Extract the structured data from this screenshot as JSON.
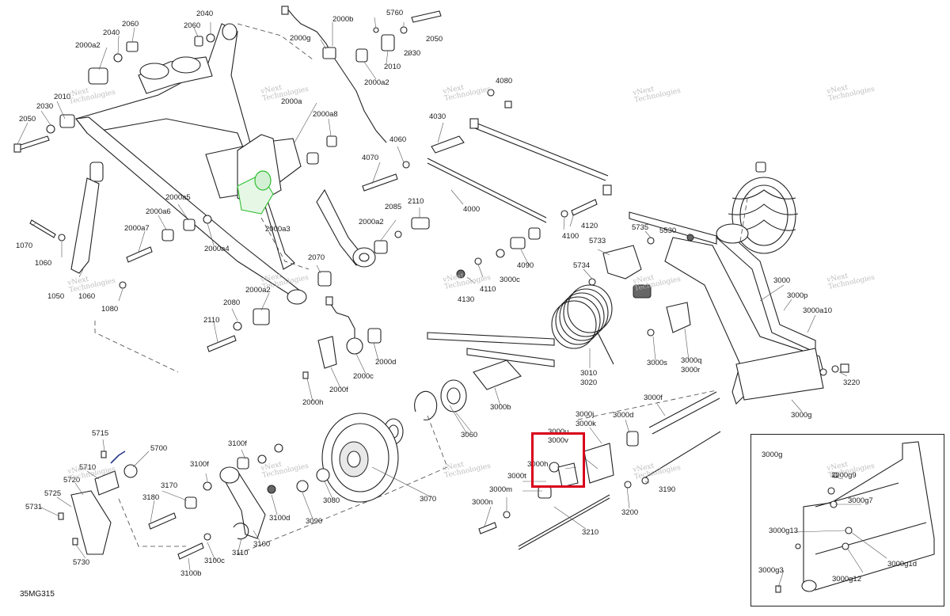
{
  "diagram": {
    "code": "35MG315",
    "watermark": {
      "line1": "vNext",
      "line2": "Technologies"
    },
    "inset_title": "3000g",
    "highlight_color": "#d9001b",
    "accent_color": "#2fbf2f",
    "labels": {
      "l2040a": "2040",
      "l2060a": "2060",
      "l2060b": "2060",
      "l2040b": "2040",
      "l2000a2a": "2000a2",
      "l2030a": "2030",
      "l2010a": "2010",
      "l2050a": "2050",
      "l2000b": "2000b",
      "l2000g": "2000g",
      "l5760": "5760",
      "l2050b": "2050",
      "l2010b": "2010",
      "l2030b": "2030",
      "l2000a2b": "2000a2",
      "l2000a": "2000a",
      "l2000a8": "2000a8",
      "l4080": "4080",
      "l4030": "4030",
      "l4060": "4060",
      "l4070": "4070",
      "l2000a5": "2000a5",
      "l2000a6": "2000a6",
      "l2000a7": "2000a7",
      "l2000a3": "2000a3",
      "l2000a4": "2000a4",
      "l1070": "1070",
      "l1060a": "1060",
      "l1050": "1050",
      "l1060b": "1060",
      "l1080": "1080",
      "l4000": "4000",
      "l2085": "2085",
      "l2110a": "2110",
      "l2000a2c": "2000a2",
      "l4120": "4120",
      "l4100": "4100",
      "l5735": "5735",
      "l5530": "5530",
      "l5733": "5733",
      "l4090": "4090",
      "l5734": "5734",
      "l3000c": "3000c",
      "l4110": "4110",
      "l4130": "4130",
      "l2070": "2070",
      "l2000a2d": "2000a2",
      "l2080": "2080",
      "l2110b": "2110",
      "l3000": "3000",
      "l3000p": "3000p",
      "l3000a10": "3000a10",
      "l3000q": "3000q",
      "l3000r": "3000r",
      "l3000s": "3000s",
      "l3010": "3010",
      "l3020": "3020",
      "l2000d": "2000d",
      "l2000c": "2000c",
      "l2000f": "2000f",
      "l2000h": "2000h",
      "l3220": "3220",
      "l3000g": "3000g",
      "l3000b": "3000b",
      "l3000f": "3000f",
      "l3000j": "3000j",
      "l3000k": "3000k",
      "l3000d": "3000d",
      "l3000u": "3000u",
      "l3000v": "3000v",
      "l3000h": "3000h",
      "l3000t": "3000t",
      "l3000m": "3000m",
      "l3000n": "3000n",
      "l3060": "3060",
      "l3070": "3070",
      "l3080": "3080",
      "l3090": "3090",
      "l3100d": "3100d",
      "l3100": "3100",
      "l3100f": "3100f",
      "l3100fb": "3100f",
      "l3170": "3170",
      "l3180": "3180",
      "l3110": "3110",
      "l3100c": "3100c",
      "l3100b": "3100b",
      "l5715": "5715",
      "l5700": "5700",
      "l5710": "5710",
      "l5720": "5720",
      "l5725": "5725",
      "l5731": "5731",
      "l5730": "5730",
      "l3190": "3190",
      "l3200": "3200",
      "l3210": "3210",
      "l3000g9": "3000g9",
      "l3000g7": "3000g7",
      "l3000g13": "3000g13",
      "l3000g1d": "3000g1d",
      "l3000g3": "3000g3",
      "l3000g12": "3000g12"
    }
  }
}
